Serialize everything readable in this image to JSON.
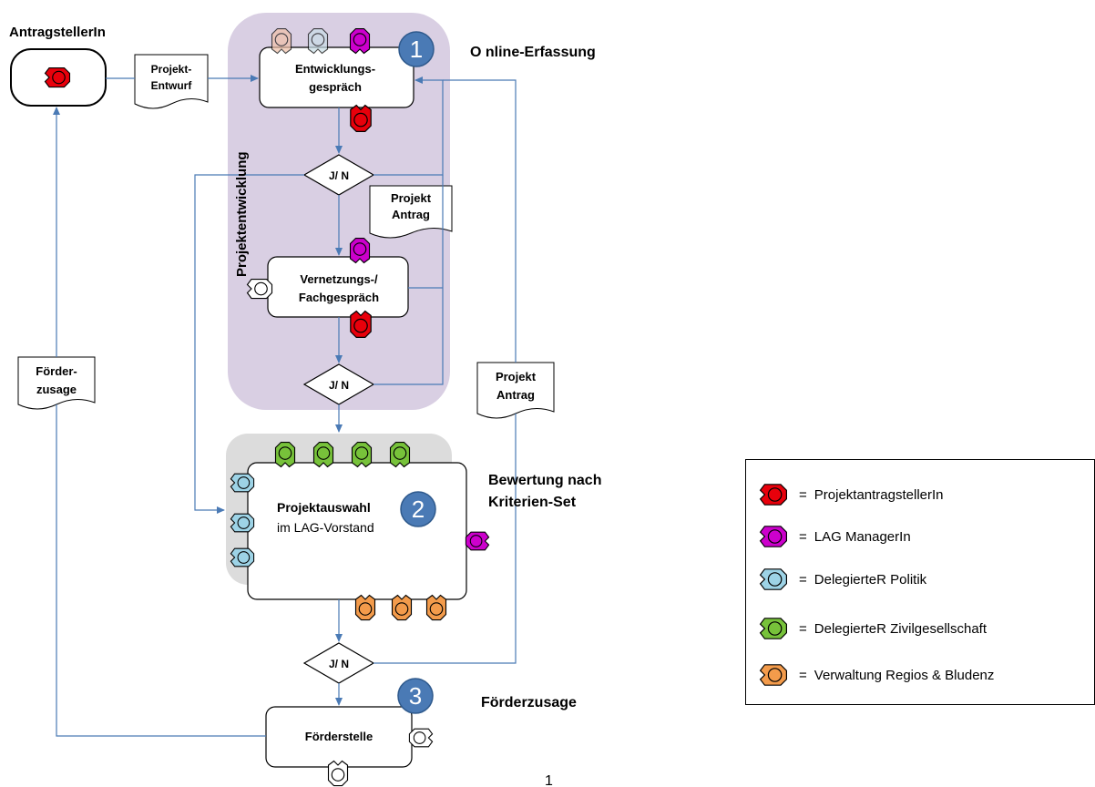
{
  "labels": {
    "antragsteller": "AntragstellerIn",
    "online_erfassung": "O nline-Erfassung",
    "entwicklung_line1": "Entwicklungs-",
    "entwicklung_line2": "gespräch",
    "projektentwicklung": "Projektentwicklung",
    "jn1": "J/ N",
    "jn2": "J/ N",
    "jn3": "J/ N",
    "vernetzung_line1": "Vernetzungs-/",
    "vernetzung_line2": "Fachgespräch",
    "projektauswahl": "Projektauswahl",
    "lag_vorstand": "im LAG-Vorstand",
    "bewertung_line1": "Bewertung nach",
    "bewertung_line2": "Kriterien-Set",
    "foerderzusage_right": "Förderzusage",
    "foerderstelle": "Förderstelle",
    "page_number": "1"
  },
  "documents": {
    "entwurf": [
      "Projekt-",
      "Entwurf"
    ],
    "antrag_inner": [
      "Projekt",
      "Antrag"
    ],
    "antrag_outer": [
      "Projekt",
      "Antrag"
    ],
    "foerder": [
      "Förder-",
      "zusage"
    ]
  },
  "badges": {
    "b1": "1",
    "b2": "2",
    "b3": "3"
  },
  "legend": {
    "equals": "=",
    "items": [
      {
        "label": "ProjektantragstellerIn",
        "color": "#e8000b",
        "icon": "person-icon"
      },
      {
        "label": "LAG ManagerIn",
        "color": "#cc00cc",
        "icon": "person-icon"
      },
      {
        "label": "DelegierteR Politik",
        "color": "#9dd3e6",
        "icon": "person-icon"
      },
      {
        "label": "DelegierteR Zivilgesellschaft",
        "color": "#77c23a",
        "icon": "person-icon"
      },
      {
        "label": "Verwaltung Regios & Bludenz",
        "color": "#f39b4b",
        "icon": "person-icon"
      }
    ]
  },
  "colors": {
    "arrow": "#4a7ab5",
    "dev_bg": "#d9cfe3",
    "select_bg": "#dcdcdc",
    "badge": "#4a7ab5",
    "red": "#e8000b",
    "magenta": "#cc00cc",
    "blue": "#9dd3e6",
    "green": "#77c23a",
    "orange": "#f39b4b"
  }
}
